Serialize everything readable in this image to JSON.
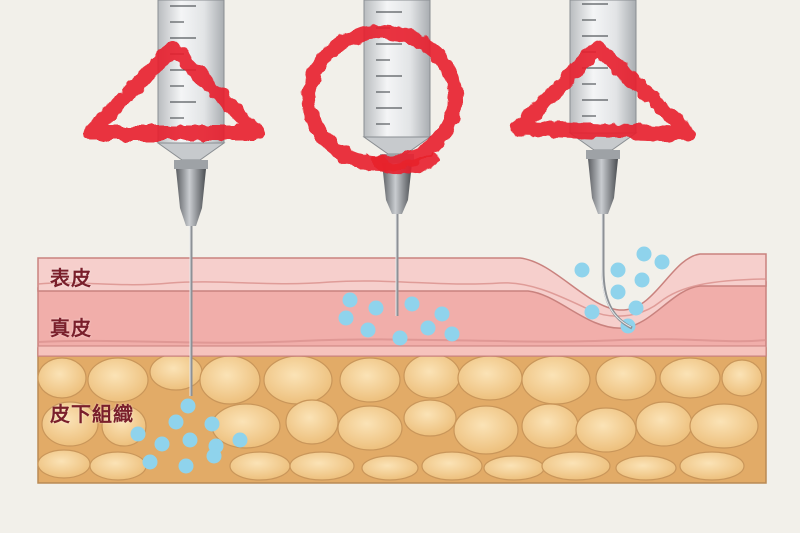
{
  "labels": {
    "epidermis": "表皮",
    "dermis": "真皮",
    "subcutaneous": "皮下組織"
  },
  "icons": {
    "triangle_mark": "triangle-mark-icon",
    "circle_mark": "circle-mark-icon",
    "syringe": "syringe-icon",
    "droplet": "droplet-icon"
  },
  "colors": {
    "background": "#f2f0ea",
    "epidermis": "#f3c3c0",
    "dermis": "#f1aeaa",
    "fat_cell": "#f4cf93",
    "fat_outline": "#c9965a",
    "droplet": "#8fd3ec",
    "mark": "#e8202c",
    "label": "#7a1f2b"
  },
  "marks": [
    {
      "syringe": "left",
      "shape": "triangle"
    },
    {
      "syringe": "center",
      "shape": "circle"
    },
    {
      "syringe": "right",
      "shape": "triangle"
    }
  ]
}
